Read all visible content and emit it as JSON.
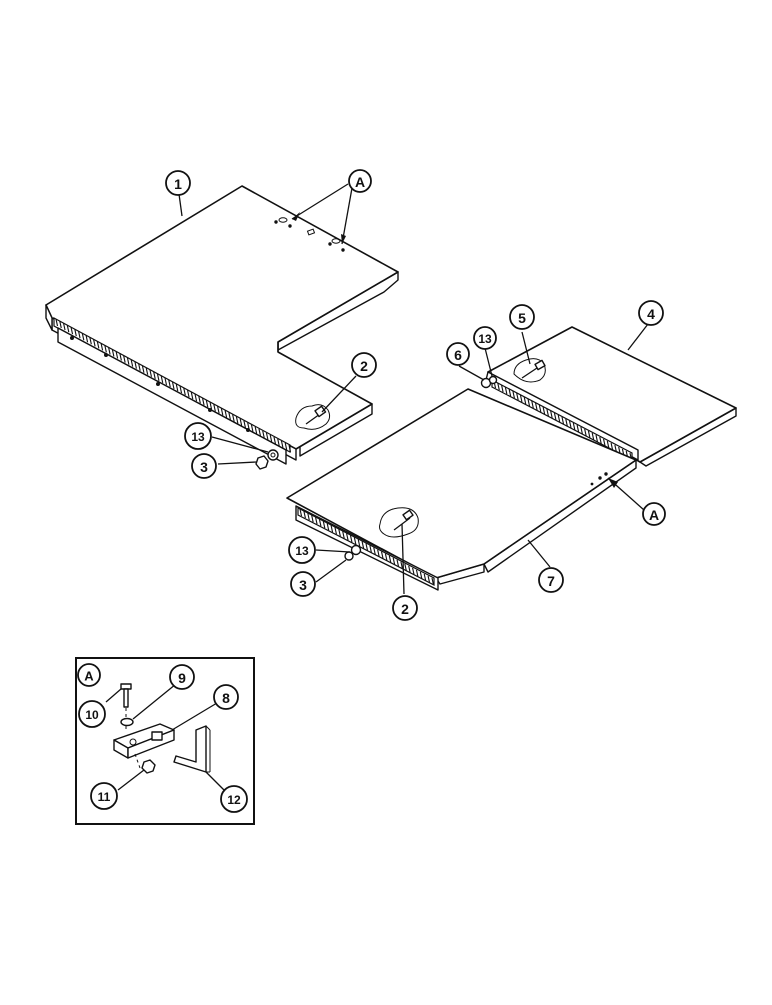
{
  "figure": {
    "detail_view_label": "A",
    "callouts": [
      {
        "id": "c1",
        "label": "1"
      },
      {
        "id": "cA1",
        "label": "A"
      },
      {
        "id": "c2a",
        "label": "2"
      },
      {
        "id": "c13a",
        "label": "13"
      },
      {
        "id": "c3a",
        "label": "3"
      },
      {
        "id": "c5",
        "label": "5"
      },
      {
        "id": "c4",
        "label": "4"
      },
      {
        "id": "c6",
        "label": "6"
      },
      {
        "id": "c13b",
        "label": "13"
      },
      {
        "id": "cA2",
        "label": "A"
      },
      {
        "id": "c13c",
        "label": "13"
      },
      {
        "id": "c3b",
        "label": "3"
      },
      {
        "id": "c2b",
        "label": "2"
      },
      {
        "id": "c7",
        "label": "7"
      },
      {
        "id": "c10",
        "label": "10"
      },
      {
        "id": "c9",
        "label": "9"
      },
      {
        "id": "c8",
        "label": "8"
      },
      {
        "id": "c11",
        "label": "11"
      },
      {
        "id": "c12",
        "label": "12"
      }
    ]
  },
  "colors": {
    "ink": "#111111",
    "paper": "#ffffff"
  }
}
